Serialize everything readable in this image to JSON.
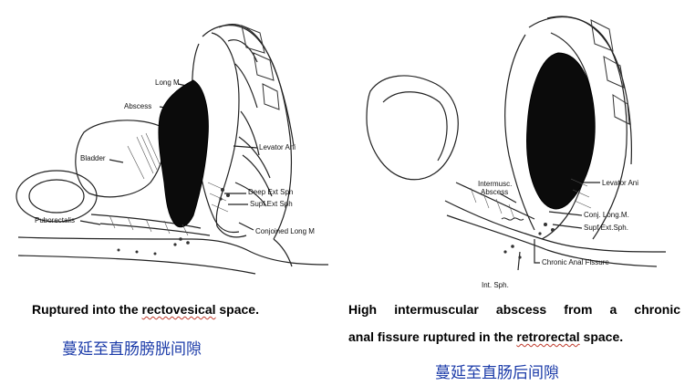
{
  "left": {
    "labels": {
      "long_m": "Long M",
      "abscess": "Abscess",
      "bladder": "Bladder",
      "levator_ani": "Levator Ani",
      "deep_ext_sph": "Deep Ext Sph",
      "supf_ext_sph": "Supf Ext Sph",
      "puborectalis": "Puborectalis",
      "conjoined_long_m": "Conjoined Long M"
    },
    "caption": {
      "before": "Ruptured into the ",
      "underlined": "rectovesical",
      "after": " space."
    },
    "caption_zh": "蔓延至直肠膀胱间隙"
  },
  "right": {
    "labels": {
      "intermusc_1": "Intermusc.",
      "intermusc_2": "Abscess",
      "levator_ani": "Levator Ani",
      "conj_long_m": "Conj. Long.M.",
      "supf_ext_sph": "Supf Ext.Sph.",
      "chronic_anal_fissure": "Chronic Anal Fissure",
      "int_sph": "Int. Sph."
    },
    "caption_line1": "High intermuscular abscess from a chronic",
    "caption_line2": {
      "before": "anal fissure ruptured in the ",
      "underlined": "retrorectal",
      "after": " space."
    },
    "caption_zh": "蔓延至直肠后间隙"
  }
}
